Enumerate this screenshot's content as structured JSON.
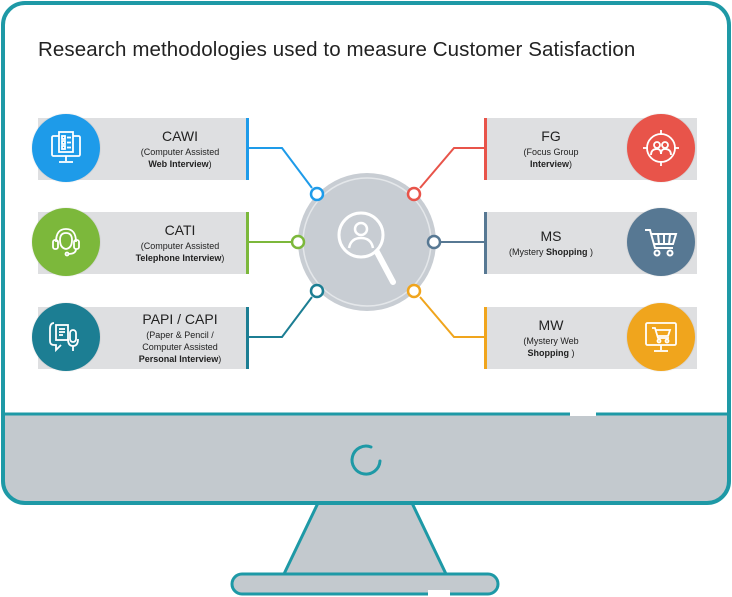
{
  "title": "Research methodologies used to measure Customer Satisfaction",
  "colors": {
    "monitor_border": "#1e99a6",
    "monitor_base": "#c3c9ce",
    "hub": "#c8cdd3",
    "card": "#dedfe1",
    "cawi": "#1e9be9",
    "cati": "#7cb83b",
    "papi": "#1c7e93",
    "fg": "#e8544a",
    "ms": "#577893",
    "mw": "#f0a51d"
  },
  "methods_left": [
    {
      "id": "cawi",
      "heading": "CAWI",
      "line1": "(Computer Assisted",
      "line2_bold": "Web Interview",
      "line2_end": ")",
      "line3": "",
      "icon": "checklist-monitor-icon"
    },
    {
      "id": "cati",
      "heading": "CATI",
      "line1": "(Computer Assisted",
      "line2_bold": "Telephone Interview",
      "line2_end": ")",
      "line3": "",
      "icon": "headset-icon"
    },
    {
      "id": "papi",
      "heading": "PAPI / CAPI",
      "line1": "(Paper & Pencil /",
      "line2": "Computer Assisted",
      "line3_bold": "Personal Interview",
      "line3_end": ")",
      "icon": "document-microphone-icon"
    }
  ],
  "methods_right": [
    {
      "id": "fg",
      "heading": "FG",
      "line1": "(Focus Group",
      "line2_bold": "Interview",
      "line2_end": ")",
      "icon": "group-target-icon"
    },
    {
      "id": "ms",
      "heading": "MS",
      "line1_start": "(Mystery ",
      "line1_bold": "Shopping",
      "line1_end": " )",
      "icon": "shopping-cart-icon"
    },
    {
      "id": "mw",
      "heading": "MW",
      "line1": "(Mystery Web",
      "line2_bold": "Shopping",
      "line2_end": " )",
      "icon": "web-cart-icon"
    }
  ]
}
